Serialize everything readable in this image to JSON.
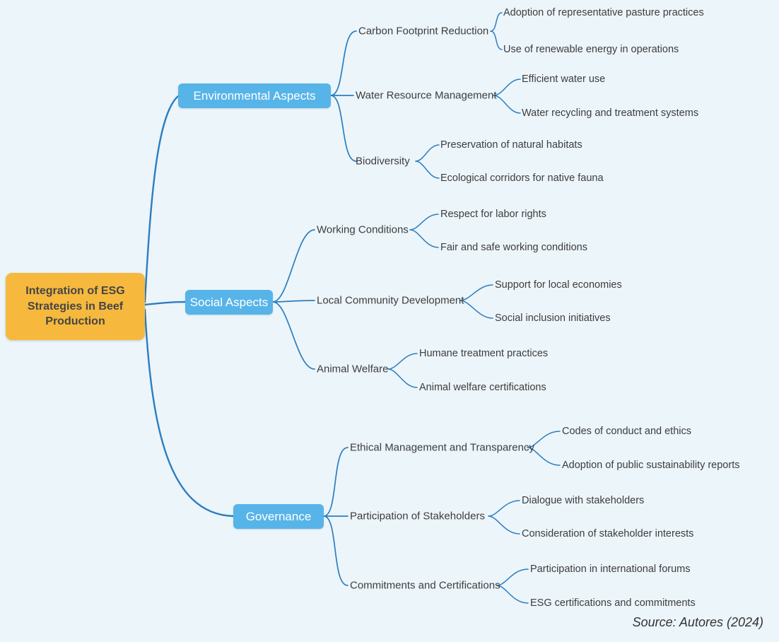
{
  "root": {
    "label": "Integration of ESG Strategies in Beef Production"
  },
  "branches": [
    {
      "label": "Environmental Aspects",
      "topics": [
        {
          "label": "Carbon Footprint Reduction",
          "leaves": [
            "Adoption of representative pasture practices",
            "Use of renewable energy in operations"
          ]
        },
        {
          "label": "Water Resource Management",
          "leaves": [
            "Efficient water use",
            "Water recycling and treatment systems"
          ]
        },
        {
          "label": "Biodiversity",
          "leaves": [
            "Preservation of natural habitats",
            "Ecological corridors for native fauna"
          ]
        }
      ]
    },
    {
      "label": "Social Aspects",
      "topics": [
        {
          "label": "Working Conditions",
          "leaves": [
            "Respect for labor rights",
            "Fair and safe working conditions"
          ]
        },
        {
          "label": "Local Community Development",
          "leaves": [
            "Support for local economies",
            "Social inclusion initiatives"
          ]
        },
        {
          "label": "Animal Welfare",
          "leaves": [
            "Humane treatment practices",
            "Animal welfare certifications"
          ]
        }
      ]
    },
    {
      "label": "Governance",
      "topics": [
        {
          "label": "Ethical Management and Transparency",
          "leaves": [
            "Codes of conduct and ethics",
            "Adoption of public sustainability reports"
          ]
        },
        {
          "label": "Participation of Stakeholders",
          "leaves": [
            "Dialogue with stakeholders",
            "Consideration of stakeholder interests"
          ]
        },
        {
          "label": "Commitments and Certifications",
          "leaves": [
            "Participation in international forums",
            "ESG certifications and commitments"
          ]
        }
      ]
    }
  ],
  "source": "Source: Autores (2024)",
  "colors": {
    "background": "#ECF5FA",
    "root_bg": "#F6B93E",
    "branch_bg": "#57B4E8",
    "line": "#2B7EC1",
    "text": "#3D3D3D"
  }
}
